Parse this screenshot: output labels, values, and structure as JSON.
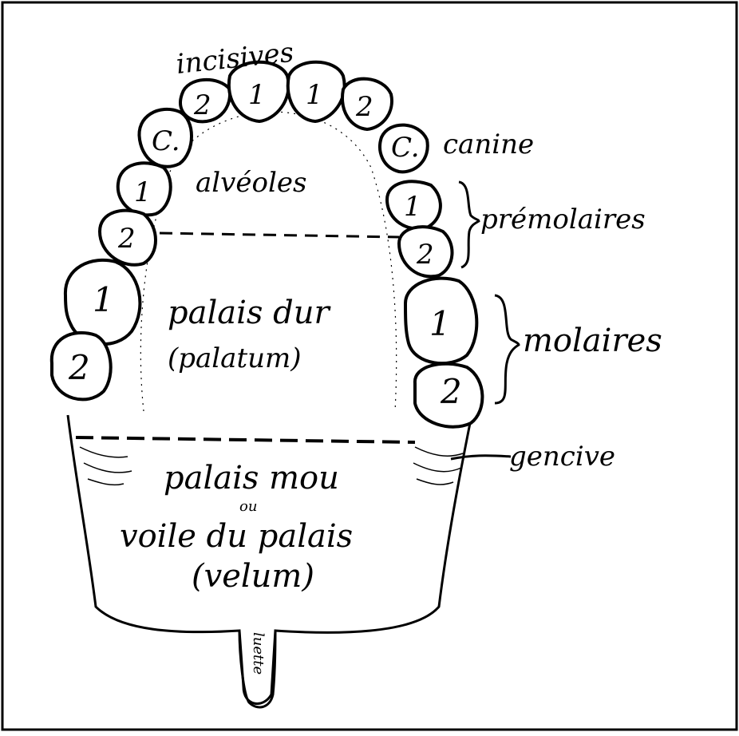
{
  "labels": {
    "incisives": "incisives",
    "canine": "canine",
    "alveoles": "alvéoles",
    "premolaires": "prémolaires",
    "molaires": "molaires",
    "palais_dur": "palais dur",
    "palatum": "(palatum)",
    "gencive": "gencive",
    "palais_mou": "palais mou",
    "ou": "ou",
    "voile_du_palais": "voile du palais",
    "velum": "(velum)",
    "luette": "luette"
  },
  "teeth": {
    "left": [
      "C.",
      "1",
      "2",
      "1",
      "2"
    ],
    "right": [
      "C.",
      "1",
      "2",
      "1",
      "2"
    ],
    "incisors": [
      "2",
      "1",
      "1",
      "2"
    ]
  },
  "colors": {
    "ink": "#000000",
    "paper": "#ffffff"
  }
}
